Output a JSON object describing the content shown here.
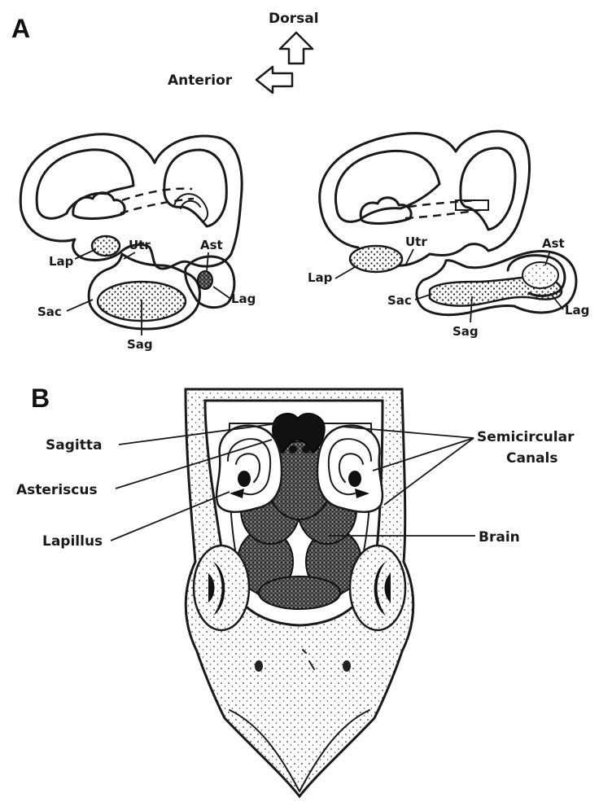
{
  "panels": {
    "a": "A",
    "b": "B"
  },
  "orientation": {
    "dorsal": "Dorsal",
    "anterior": "Anterior"
  },
  "ear_left": {
    "lap": "Lap",
    "utr": "Utr",
    "ast": "Ast",
    "sac": "Sac",
    "lag": "Lag",
    "sag": "Sag"
  },
  "ear_right": {
    "lap": "Lap",
    "utr": "Utr",
    "ast": "Ast",
    "sac": "Sac",
    "lag": "Lag",
    "sag": "Sag"
  },
  "head_labels": {
    "sagitta": "Sagitta",
    "asteriscus": "Asteriscus",
    "lapillus": "Lapillus",
    "canals_line1": "Semicircular",
    "canals_line2": "Canals",
    "brain": "Brain"
  }
}
